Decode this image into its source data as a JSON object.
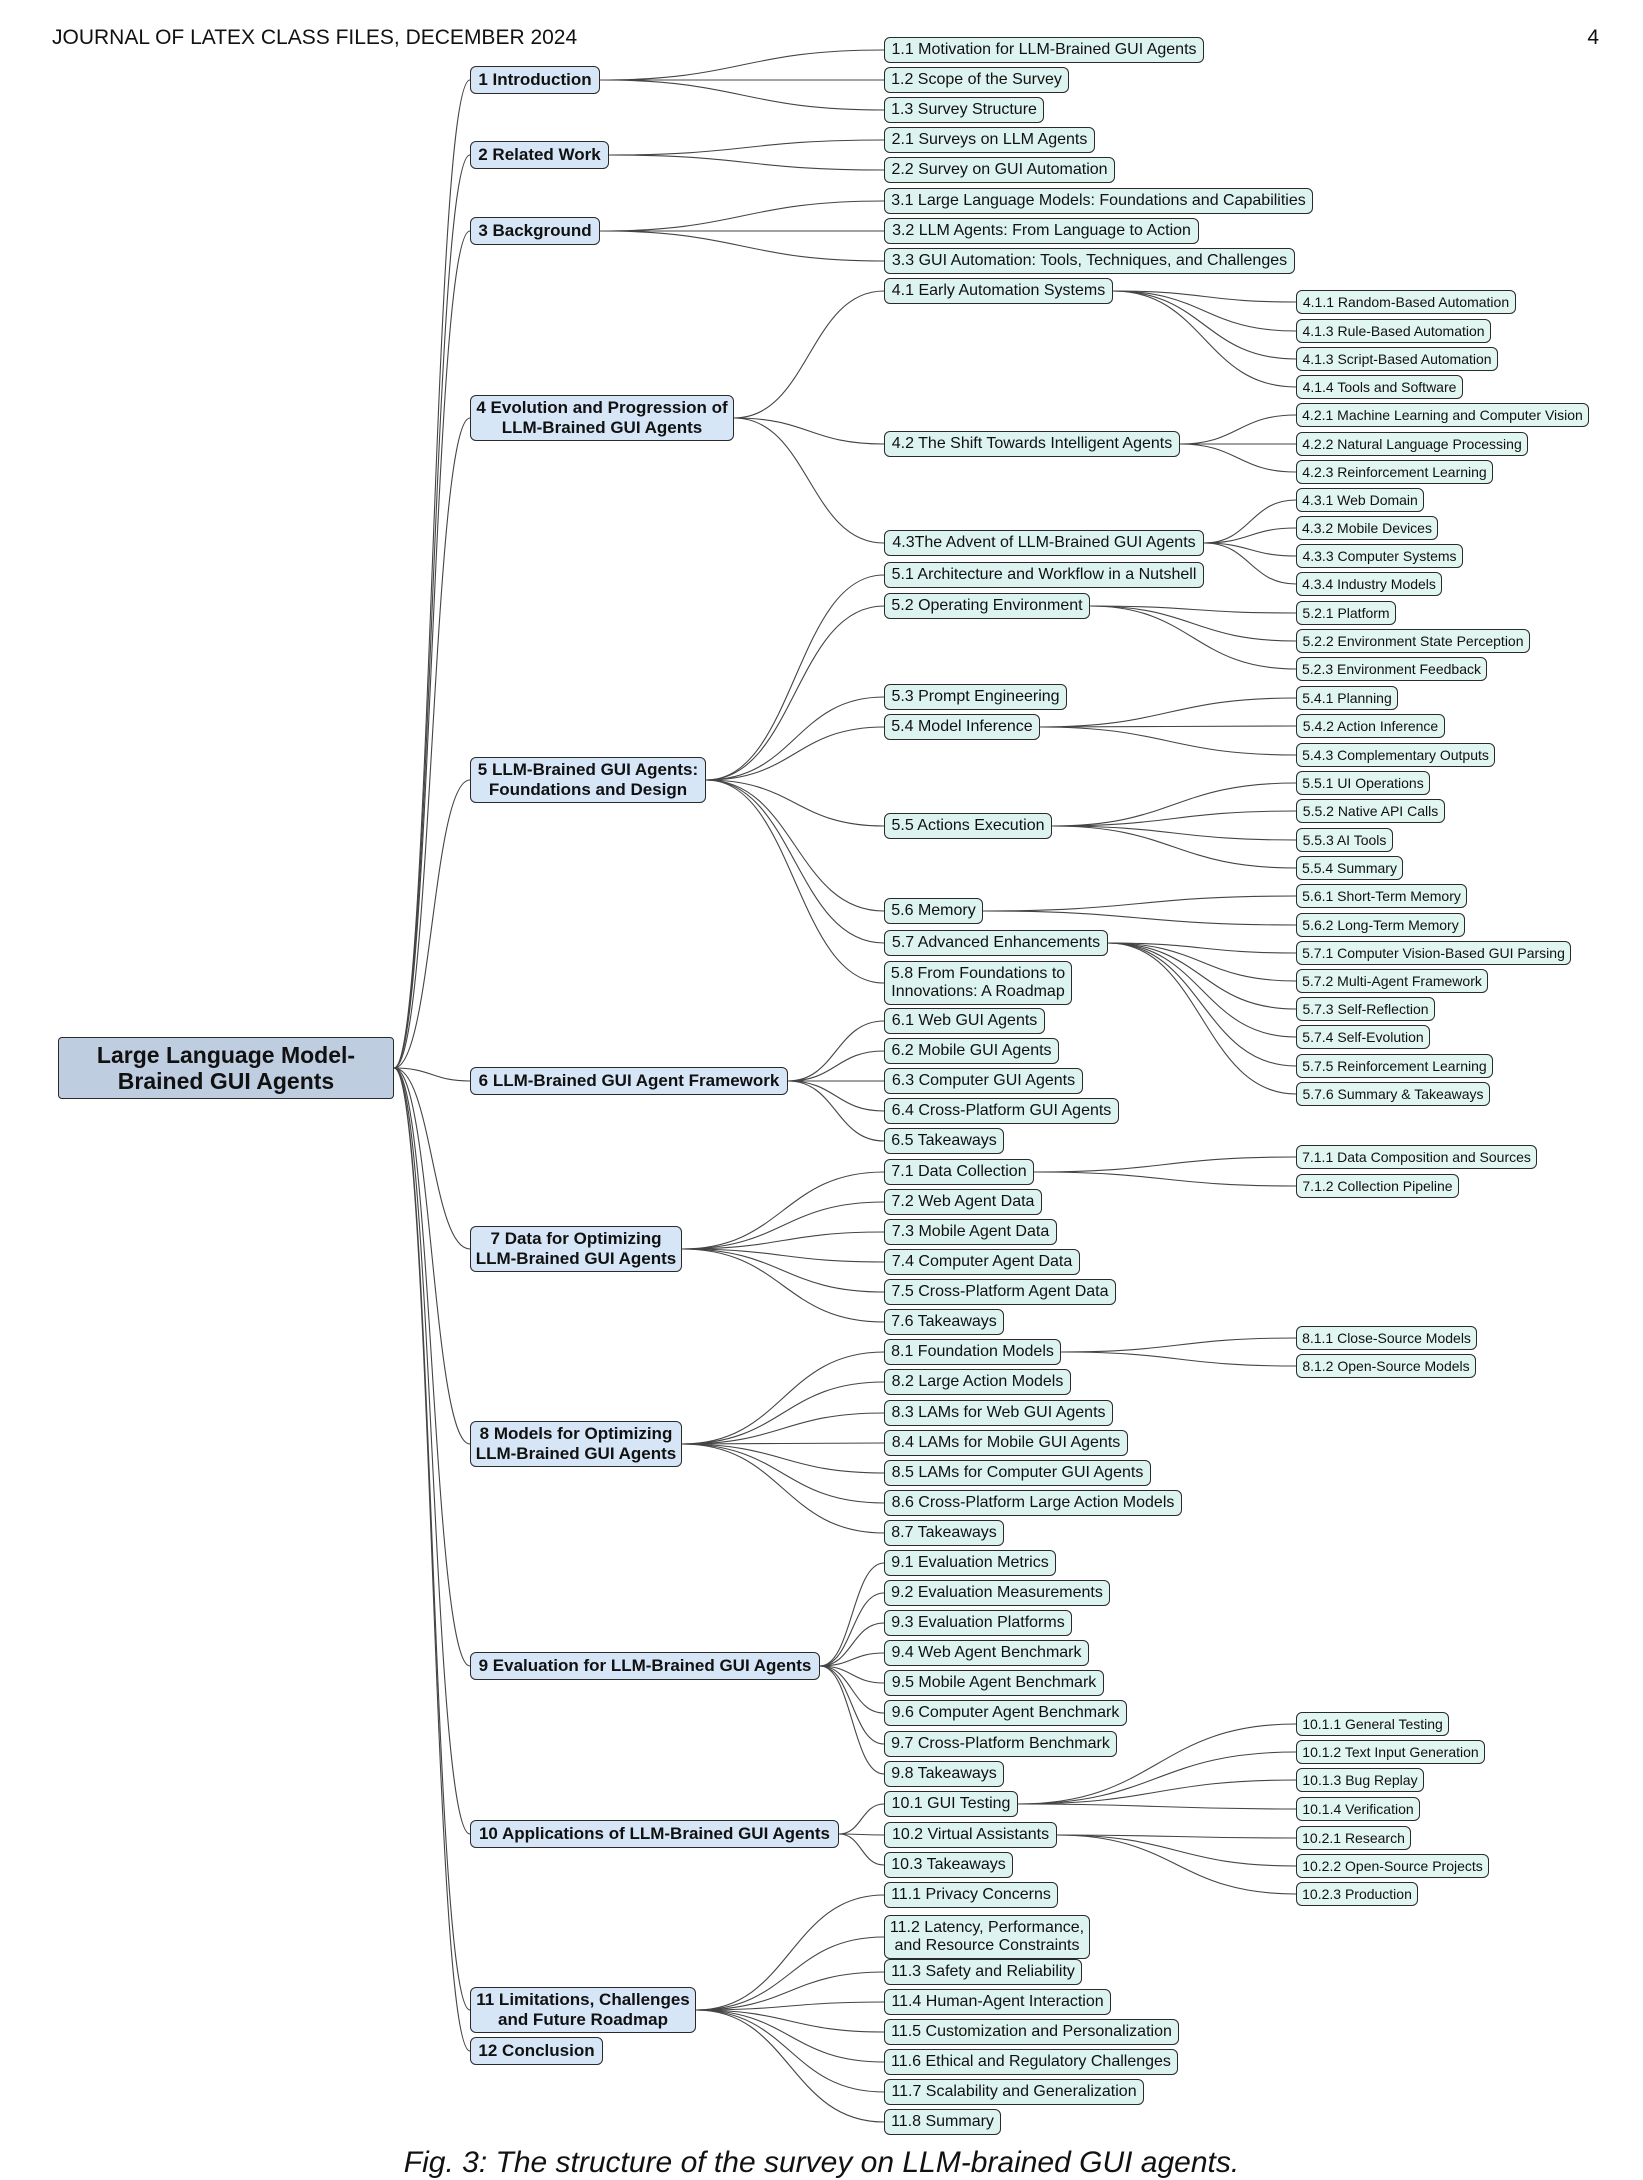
{
  "header": {
    "journal": "JOURNAL OF LATEX CLASS FILES, DECEMBER 2024",
    "page_number": "4"
  },
  "caption": "Fig. 3: The structure of the survey on LLM-brained GUI agents.",
  "tree": {
    "root": "Large Language Model-Brained GUI Agents",
    "sections": [
      {
        "label": "1 Introduction",
        "children": [
          {
            "label": "1.1 Motivation for LLM-Brained GUI Agents"
          },
          {
            "label": "1.2 Scope of the Survey"
          },
          {
            "label": "1.3 Survey Structure"
          }
        ]
      },
      {
        "label": "2 Related Work",
        "children": [
          {
            "label": "2.1 Surveys on LLM Agents"
          },
          {
            "label": "2.2 Survey on GUI Automation"
          }
        ]
      },
      {
        "label": "3 Background",
        "children": [
          {
            "label": "3.1 Large Language Models: Foundations and Capabilities"
          },
          {
            "label": "3.2 LLM Agents: From Language to Action"
          },
          {
            "label": "3.3 GUI Automation: Tools, Techniques, and Challenges"
          }
        ]
      },
      {
        "label": "4 Evolution and Progression of LLM-Brained GUI Agents",
        "children": [
          {
            "label": "4.1 Early Automation Systems",
            "children": [
              "4.1.1 Random-Based Automation",
              "4.1.3 Rule-Based Automation",
              "4.1.3 Script-Based Automation",
              "4.1.4 Tools and Software"
            ]
          },
          {
            "label": "4.2 The Shift Towards Intelligent Agents",
            "children": [
              "4.2.1 Machine Learning and Computer Vision",
              "4.2.2 Natural Language Processing",
              "4.2.3 Reinforcement Learning"
            ]
          },
          {
            "label": "4.3The Advent of LLM-Brained GUI Agents",
            "children": [
              "4.3.1 Web Domain",
              "4.3.2 Mobile Devices",
              "4.3.3 Computer Systems",
              "4.3.4 Industry Models"
            ]
          }
        ]
      },
      {
        "label": "5 LLM-Brained GUI Agents: Foundations and Design",
        "children": [
          {
            "label": "5.1 Architecture and Workflow in a Nutshell"
          },
          {
            "label": "5.2 Operating Environment",
            "children": [
              "5.2.1 Platform",
              "5.2.2 Environment State Perception",
              "5.2.3 Environment Feedback"
            ]
          },
          {
            "label": "5.3 Prompt Engineering"
          },
          {
            "label": "5.4 Model Inference",
            "children": [
              "5.4.1 Planning",
              "5.4.2 Action Inference",
              "5.4.3 Complementary Outputs"
            ]
          },
          {
            "label": "5.5 Actions Execution",
            "children": [
              "5.5.1 UI Operations",
              "5.5.2 Native API Calls",
              "5.5.3 AI Tools",
              "5.5.4 Summary"
            ]
          },
          {
            "label": "5.6 Memory",
            "children": [
              "5.6.1 Short-Term Memory",
              "5.6.2 Long-Term Memory"
            ]
          },
          {
            "label": "5.7 Advanced Enhancements",
            "children": [
              "5.7.1 Computer Vision-Based GUI Parsing",
              "5.7.2 Multi-Agent Framework",
              "5.7.3 Self-Reflection",
              "5.7.4 Self-Evolution",
              "5.7.5 Reinforcement Learning",
              "5.7.6 Summary & Takeaways"
            ]
          },
          {
            "label": "5.8 From Foundations to Innovations: A Roadmap"
          }
        ]
      },
      {
        "label": "6 LLM-Brained GUI Agent Framework",
        "children": [
          {
            "label": "6.1 Web GUI Agents"
          },
          {
            "label": "6.2 Mobile GUI Agents"
          },
          {
            "label": "6.3 Computer GUI Agents"
          },
          {
            "label": "6.4 Cross-Platform GUI Agents"
          },
          {
            "label": "6.5 Takeaways"
          }
        ]
      },
      {
        "label": "7 Data for Optimizing LLM-Brained GUI Agents",
        "children": [
          {
            "label": "7.1 Data Collection",
            "children": [
              "7.1.1 Data Composition and Sources",
              "7.1.2 Collection Pipeline"
            ]
          },
          {
            "label": "7.2 Web Agent Data"
          },
          {
            "label": "7.3 Mobile Agent Data"
          },
          {
            "label": "7.4 Computer Agent Data"
          },
          {
            "label": "7.5 Cross-Platform Agent Data"
          },
          {
            "label": "7.6 Takeaways"
          }
        ]
      },
      {
        "label": "8 Models for Optimizing LLM-Brained GUI Agents",
        "children": [
          {
            "label": "8.1 Foundation Models",
            "children": [
              "8.1.1 Close-Source Models",
              "8.1.2 Open-Source Models"
            ]
          },
          {
            "label": "8.2 Large Action Models"
          },
          {
            "label": "8.3 LAMs for Web GUI Agents"
          },
          {
            "label": "8.4 LAMs for Mobile GUI Agents"
          },
          {
            "label": "8.5 LAMs for Computer GUI Agents"
          },
          {
            "label": "8.6 Cross-Platform Large Action Models"
          },
          {
            "label": "8.7 Takeaways"
          }
        ]
      },
      {
        "label": "9 Evaluation for LLM-Brained GUI Agents",
        "children": [
          {
            "label": "9.1 Evaluation Metrics"
          },
          {
            "label": "9.2 Evaluation Measurements"
          },
          {
            "label": "9.3 Evaluation Platforms"
          },
          {
            "label": "9.4 Web Agent Benchmark"
          },
          {
            "label": "9.5 Mobile Agent Benchmark"
          },
          {
            "label": "9.6 Computer Agent Benchmark"
          },
          {
            "label": "9.7 Cross-Platform Benchmark"
          },
          {
            "label": "9.8 Takeaways"
          }
        ]
      },
      {
        "label": "10 Applications of LLM-Brained GUI Agents",
        "children": [
          {
            "label": "10.1 GUI Testing",
            "children": [
              "10.1.1 General Testing",
              "10.1.2 Text Input Generation",
              "10.1.3 Bug Replay",
              "10.1.4 Verification"
            ]
          },
          {
            "label": "10.2 Virtual Assistants",
            "children": [
              "10.2.1 Research",
              "10.2.2 Open-Source Projects",
              "10.2.3 Production"
            ]
          },
          {
            "label": "10.3 Takeaways"
          }
        ]
      },
      {
        "label": "11 Limitations, Challenges and Future Roadmap",
        "children": [
          {
            "label": "11.1 Privacy Concerns"
          },
          {
            "label": "11.2 Latency, Performance, and Resource Constraints"
          },
          {
            "label": "11.3 Safety and Reliability"
          },
          {
            "label": "11.4 Human-Agent Interaction"
          },
          {
            "label": "11.5 Customization and Personalization"
          },
          {
            "label": "11.6 Ethical and Regulatory Challenges"
          },
          {
            "label": "11.7 Scalability and Generalization"
          },
          {
            "label": "11.8 Summary"
          }
        ]
      },
      {
        "label": "12 Conclusion",
        "children": []
      }
    ]
  }
}
